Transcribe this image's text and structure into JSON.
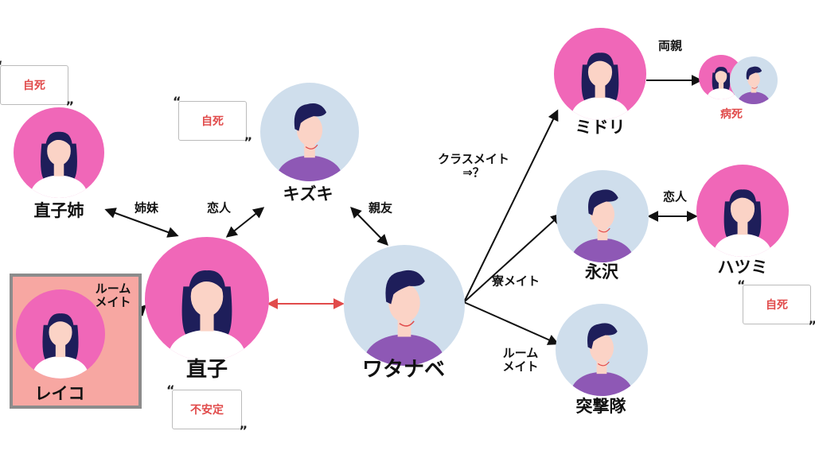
{
  "colors": {
    "pink": "#f067b8",
    "blue": "#cfdeec",
    "hair": "#1e1e5a",
    "skin": "#fbd3c6",
    "shirt_purple": "#8e58b5",
    "shirt_white": "#ffffff",
    "accent_red": "#e14b4b",
    "reiko_bg": "#f7a7a2"
  },
  "names": {
    "naoko": "直子",
    "watanabe": "ワタナベ",
    "kizuki": "キズキ",
    "naoko_sister": "直子姉",
    "reiko": "レイコ",
    "midori": "ミドリ",
    "nagasawa": "永沢",
    "hatsumi": "ハツミ",
    "totsugekitai": "突撃隊"
  },
  "relations": {
    "sisters": "姉妹",
    "lovers_naoko_kizuki": "恋人",
    "best_friend": "親友",
    "roommate_reiko_line1": "ルーム",
    "roommate_reiko_line2": "メイト",
    "classmate_line1": "クラスメイト",
    "classmate_line2": "⇒？",
    "dormmate": "寮メイト",
    "roommate_tk_line1": "ルーム",
    "roommate_tk_line2": "メイト",
    "lovers_nagasawa_hatsumi": "恋人",
    "parents": "両親"
  },
  "notes": {
    "sister_status": "自死",
    "kizuki_status": "自死",
    "hatsumi_status": "自死",
    "naoko_status": "不安定",
    "parents_status": "病死"
  }
}
